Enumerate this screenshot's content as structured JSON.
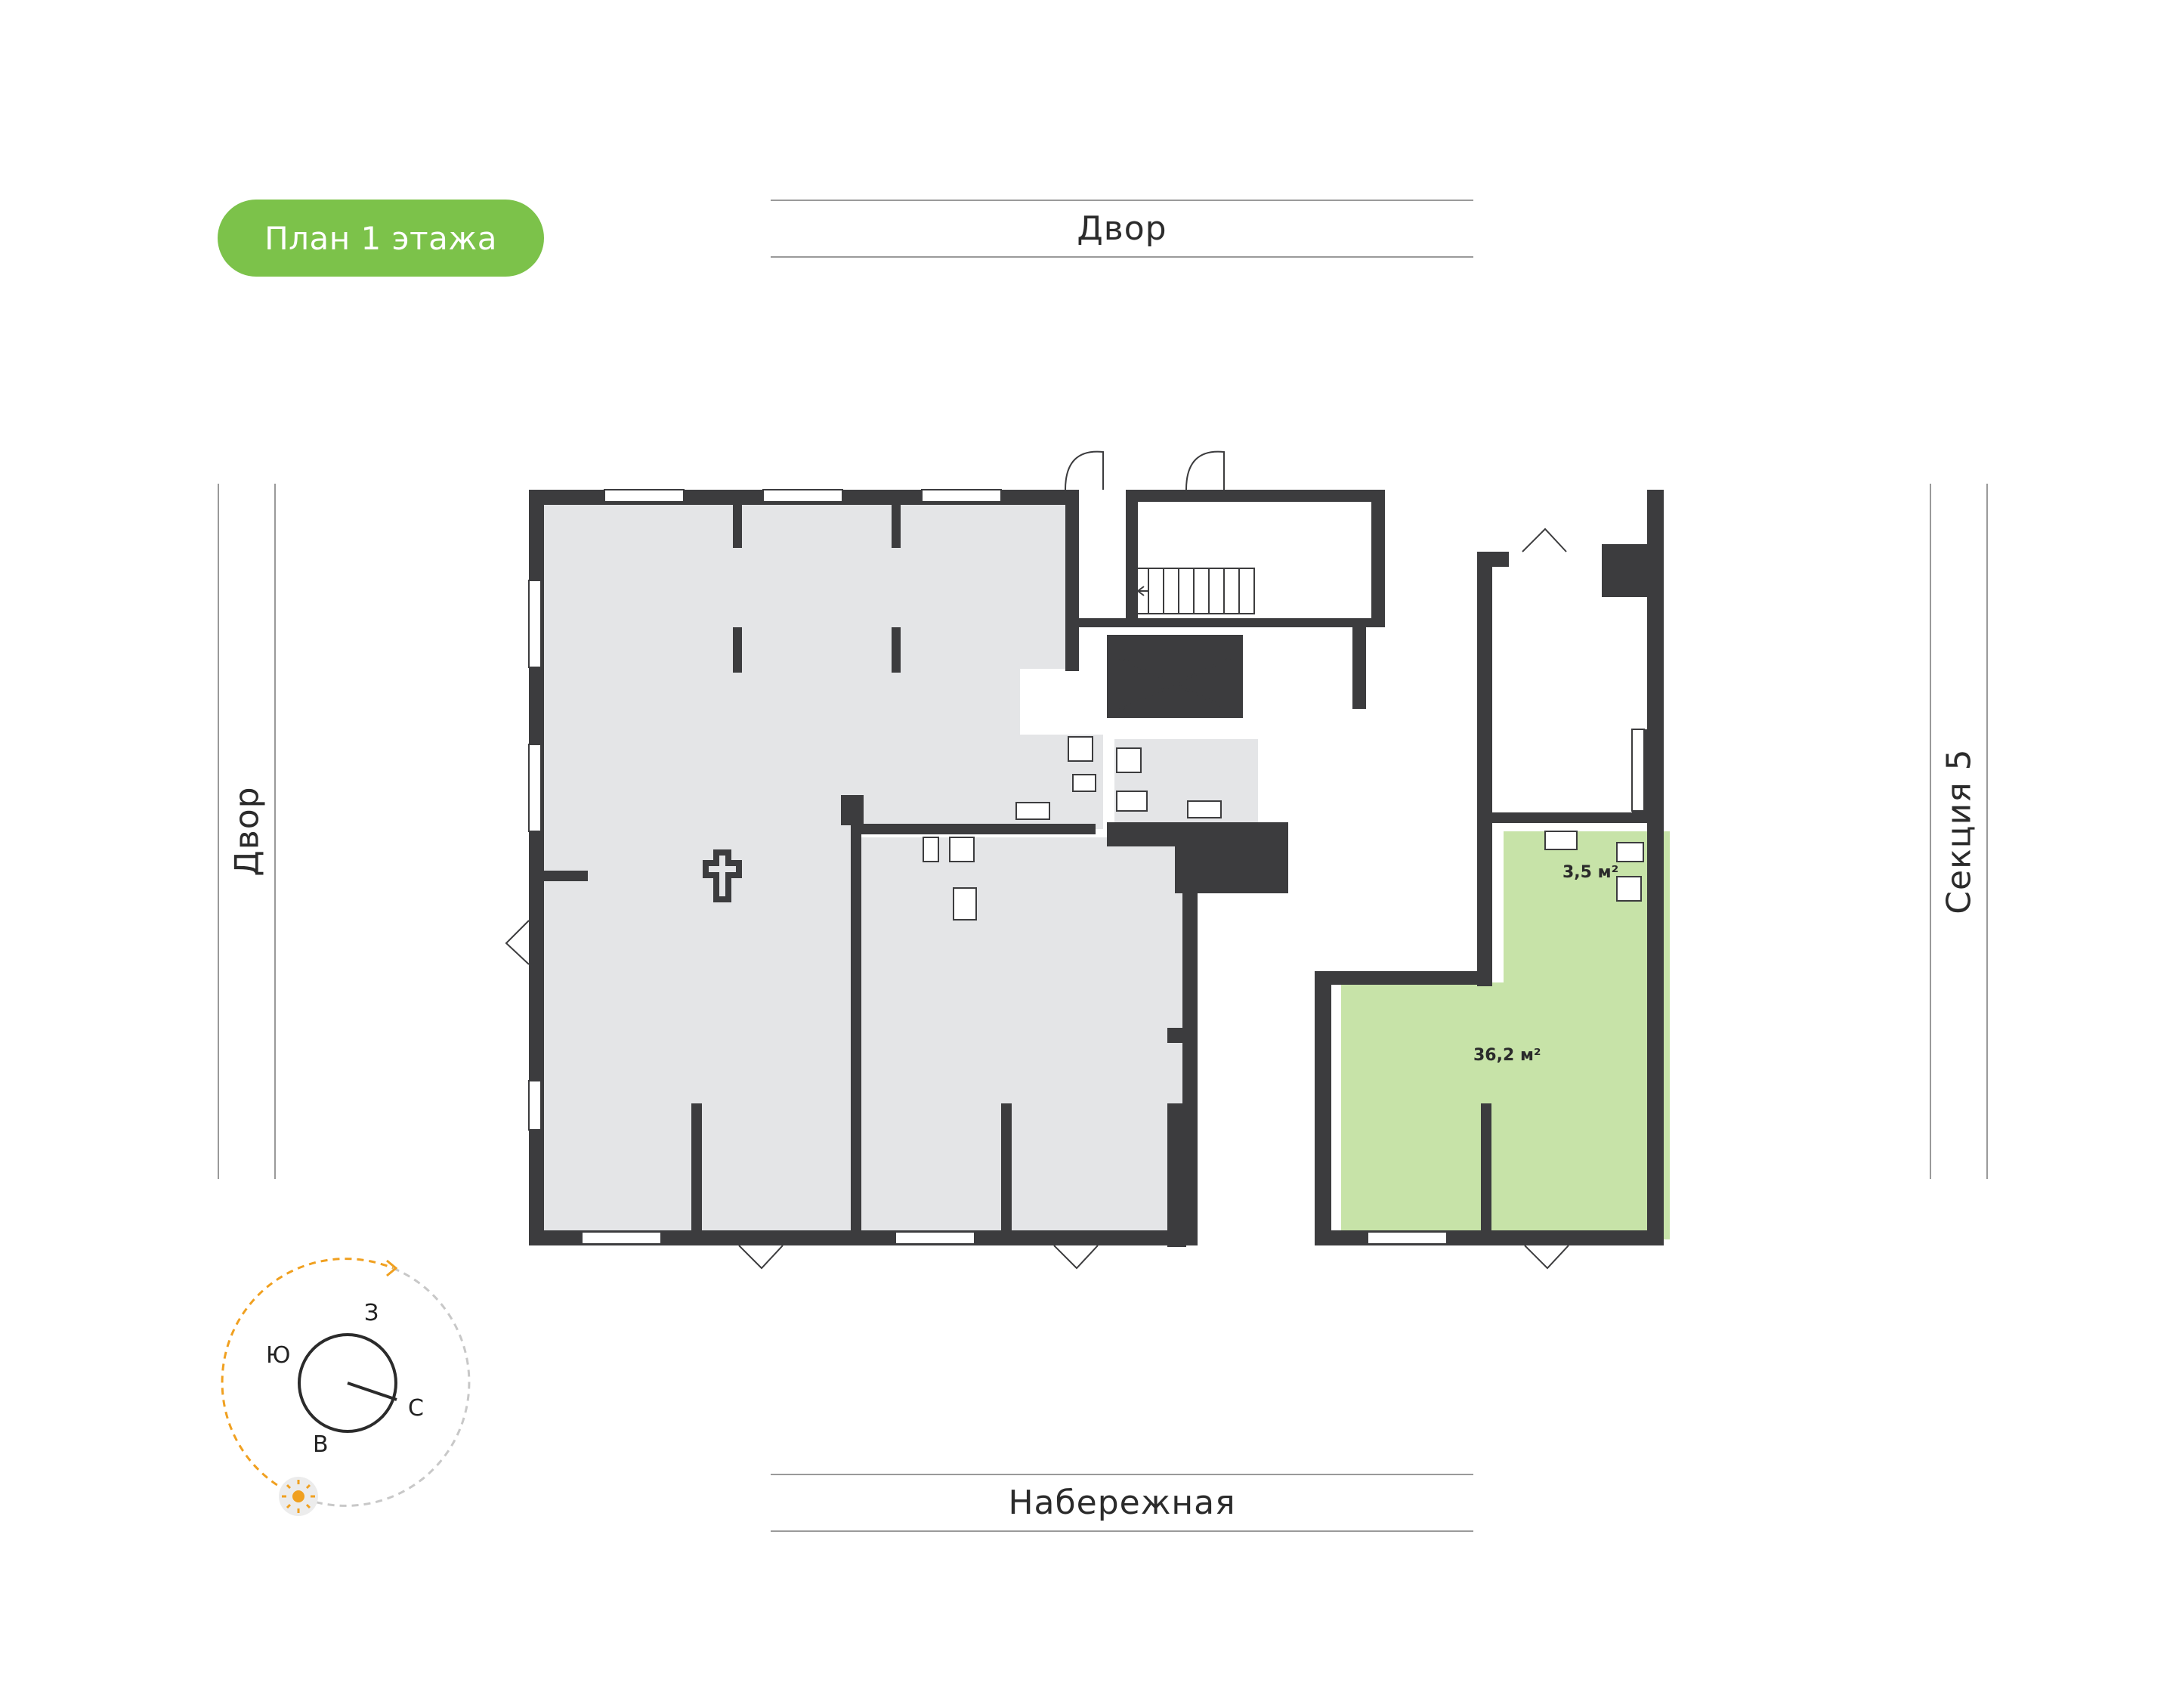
{
  "title": "План 1 этажа",
  "colors": {
    "badge": "#7cc24a",
    "selected_unit": "#c7e3a8",
    "commercial_space": "#e4e5e7",
    "wall": "#3c3c3e",
    "sun_path": "#f0a020",
    "sun_path_night": "#c8c8c8"
  },
  "streets": {
    "top": "Двор",
    "bottom": "Набережная",
    "left": "Двор",
    "right": "Секция 5"
  },
  "areas": {
    "bathroom": "3,5 м²",
    "main_room": "36,2 м²"
  },
  "compass": {
    "north": "С",
    "south": "Ю",
    "east": "В",
    "west": "З",
    "sun_icon": "sun-icon"
  }
}
